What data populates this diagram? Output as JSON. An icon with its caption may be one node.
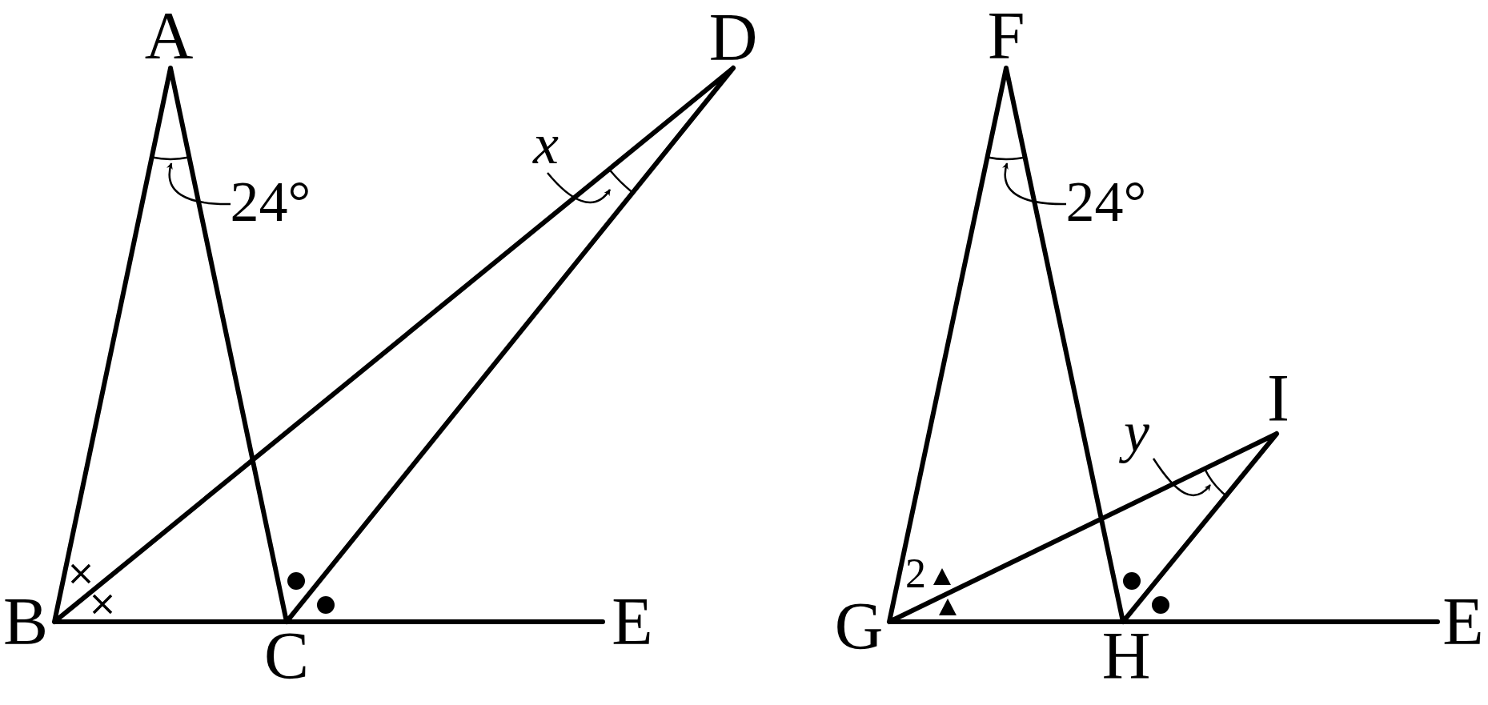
{
  "diagram": {
    "nodes": [
      {
        "text": [
          "24°"
        ]
      },
      {
        "text": [
          "x"
        ]
      },
      {
        "text": [
          "24°"
        ]
      },
      {
        "text": [
          "y"
        ]
      }
    ],
    "edges": [
      {
        "from": 0,
        "to": null,
        "arrow": "to"
      },
      {
        "from": 1,
        "to": null,
        "arrow": "to"
      },
      {
        "from": 2,
        "to": null,
        "arrow": "to"
      },
      {
        "from": 3,
        "to": null,
        "arrow": "to"
      }
    ],
    "labels": [
      "A",
      "D",
      "B",
      "C",
      "E",
      "F",
      "I",
      "G",
      "H",
      "E",
      "2"
    ]
  }
}
